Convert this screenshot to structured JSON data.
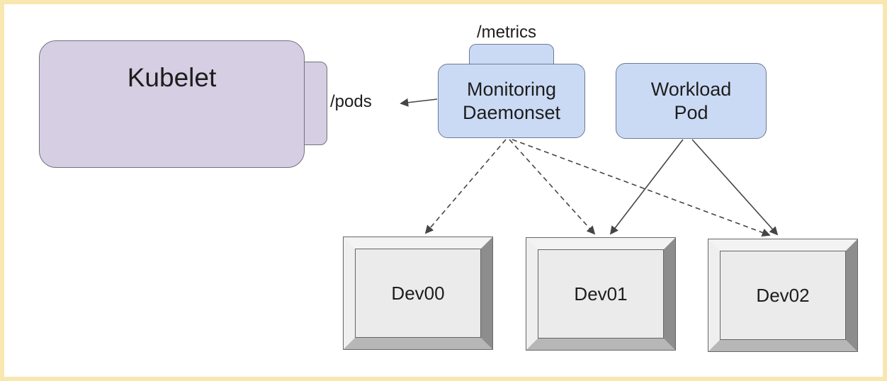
{
  "diagram": {
    "nodes": {
      "kubelet": {
        "label": "Kubelet"
      },
      "monitoring": {
        "label": "Monitoring Daemonset"
      },
      "workload": {
        "label": "Workload Pod"
      },
      "dev00": {
        "label": "Dev00"
      },
      "dev01": {
        "label": "Dev01"
      },
      "dev02": {
        "label": "Dev02"
      }
    },
    "endpoints": {
      "metrics": "/metrics",
      "pods": "/pods"
    },
    "edges": [
      {
        "from": "monitoring",
        "to": "kubelet",
        "style": "solid",
        "label": "/pods"
      },
      {
        "from": "monitoring",
        "to": "dev00",
        "style": "dashed",
        "label": ""
      },
      {
        "from": "monitoring",
        "to": "dev01",
        "style": "dashed",
        "label": ""
      },
      {
        "from": "monitoring",
        "to": "dev02",
        "style": "dashed",
        "label": ""
      },
      {
        "from": "workload",
        "to": "dev01",
        "style": "solid",
        "label": ""
      },
      {
        "from": "workload",
        "to": "dev02",
        "style": "solid",
        "label": ""
      }
    ],
    "colors": {
      "frame_border": "#f8e7b0",
      "purple_fill": "#d6cee3",
      "purple_stroke": "#73707e",
      "blue_fill": "#cbdaf4",
      "blue_stroke": "#6c7b94",
      "dev_face": "#ebebeb",
      "dev_bevel_top": "#f3f3f3",
      "dev_bevel_left": "#efefef",
      "dev_bevel_right": "#8d8d8d",
      "dev_bevel_bottom": "#b7b7b7",
      "dev_stroke": "#666666",
      "line": "#454545"
    }
  }
}
